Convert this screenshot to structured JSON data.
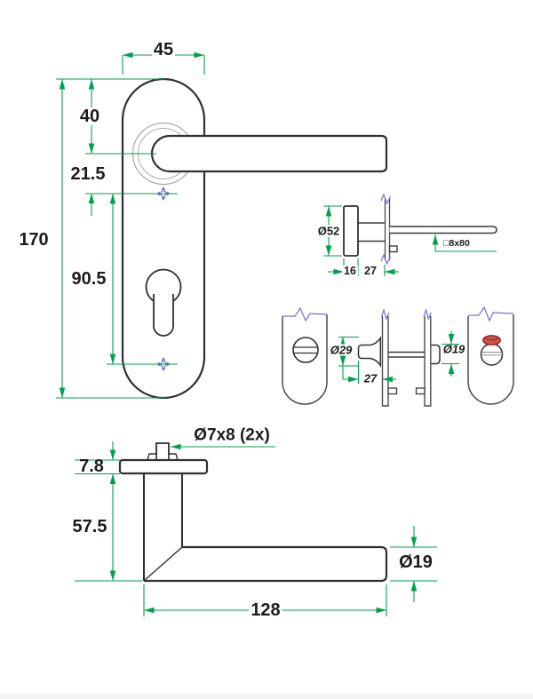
{
  "meta": {
    "type": "technical-drawing",
    "subject": "Door lever handle on plate with WC turn - dimensioned views"
  },
  "colors": {
    "dimension_green": "#00a14b",
    "outline_dark": "#303030",
    "break_blue": "#7070d8",
    "indicator_red": "#cd5350",
    "indicator_red_dark": "#8e2a26"
  },
  "views": {
    "front_plate": {
      "name": "front view – lever handle on backplate",
      "dims": {
        "plate_width": "45",
        "top_to_handle_center": "40",
        "handle_to_fixing_mark": "21.5",
        "plate_height": "170",
        "fixing_mark_spacing": "90.5"
      }
    },
    "rose_side": {
      "name": "side view – rose and spindle",
      "dims": {
        "rose_diameter": "Ø52",
        "rose_depth": "16",
        "neck_length": "27",
        "spindle_size": "□8x80"
      }
    },
    "wc_turn": {
      "name": "WC thumbturn and emergency release",
      "dims": {
        "turn_diameter": "Ø29",
        "turn_projection": "27",
        "release_diameter": "Ø19"
      }
    },
    "handle_profile": {
      "name": "side view – lever handle",
      "dims": {
        "pin_size": "Ø7x8 (2x)",
        "rose_height": "7.8",
        "neck_height": "57.5",
        "lever_length": "128",
        "lever_diameter": "Ø19"
      }
    }
  }
}
